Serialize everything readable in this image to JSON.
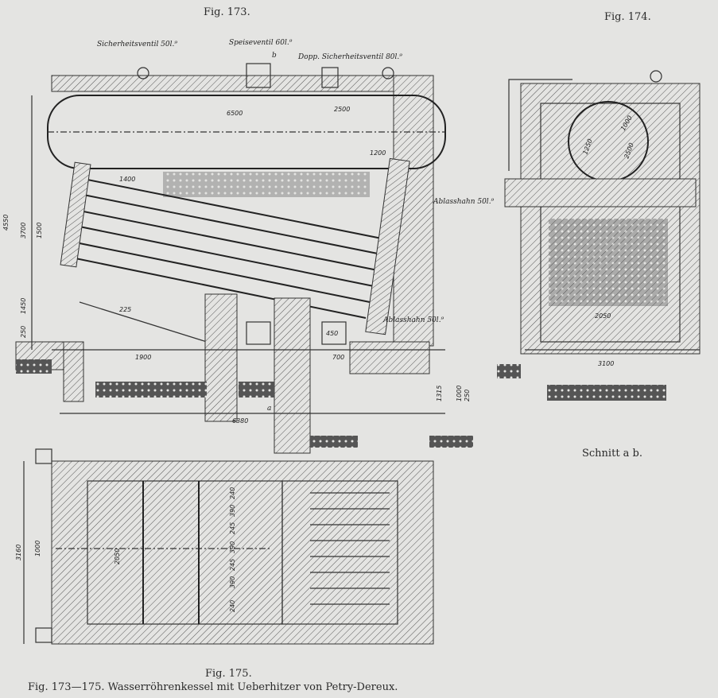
{
  "figures": {
    "fig173": "Fig. 173.",
    "fig174": "Fig. 174.",
    "fig175": "Fig. 175.",
    "section_label": "Schnitt a b.",
    "caption": "Fig. 173—175.  Wasserröhrenkessel mit Ueberhitzer von Petry-Dereux."
  },
  "labels": {
    "valve1": "Sicherheitsventil 50l.⁹",
    "valve2": "Speiseventil 60l.⁹",
    "valve3": "Dopp. Sicherheitsventil 80l.⁹",
    "drain1": "Ablasshahn 50l.⁹",
    "drain2": "Ablasshahn 50l.⁹",
    "section_b": "b",
    "section_a": "a"
  },
  "dimensions": {
    "fig173": [
      "6500",
      "2500",
      "1200",
      "1400",
      "4550",
      "3700",
      "1500",
      "1450",
      "250",
      "225",
      "1900",
      "700",
      "450",
      "1315",
      "6380",
      "1000",
      "250"
    ],
    "fig174": [
      "1000",
      "1250",
      "2500",
      "2050",
      "3100"
    ],
    "fig175": [
      "3160",
      "1000",
      "2050",
      "240",
      "390",
      "245",
      "390",
      "245",
      "390",
      "240"
    ]
  }
}
